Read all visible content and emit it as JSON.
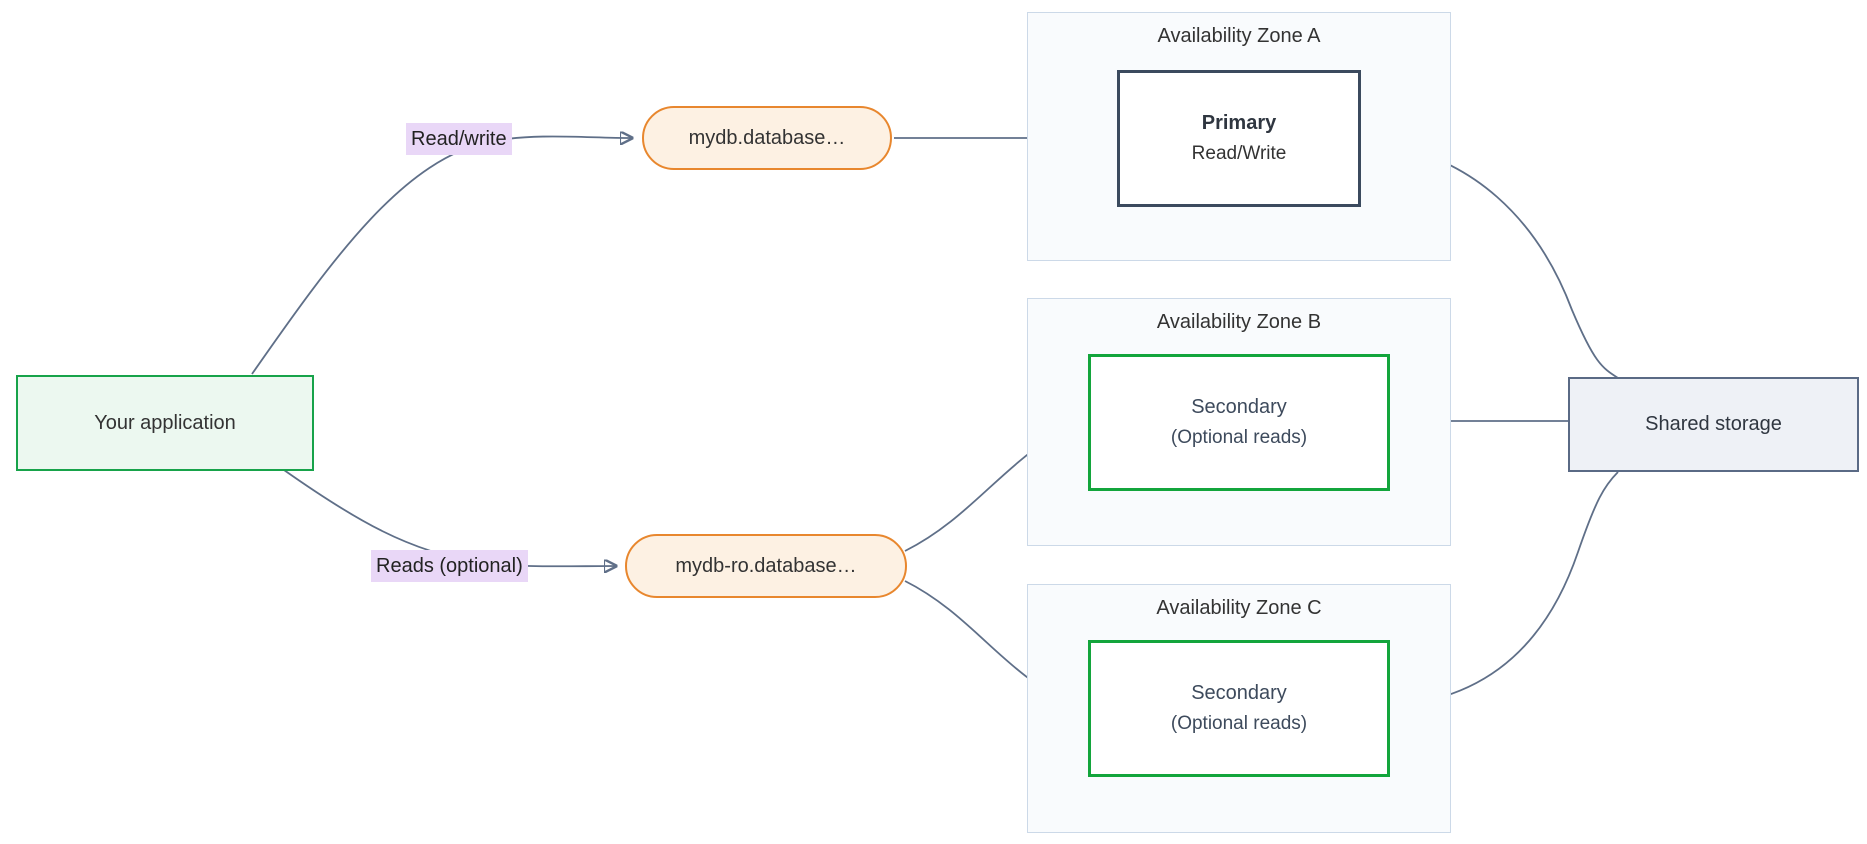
{
  "app": {
    "label": "Your application"
  },
  "edge_labels": {
    "read_write": "Read/write",
    "reads_optional": "Reads (optional)"
  },
  "endpoints": {
    "rw": {
      "label": "mydb.database…"
    },
    "ro": {
      "label": "mydb-ro.database…"
    }
  },
  "zones": [
    {
      "title": "Availability Zone A",
      "instance": {
        "title": "Primary",
        "subtitle": "Read/Write"
      }
    },
    {
      "title": "Availability Zone B",
      "instance": {
        "title": "Secondary",
        "subtitle": "(Optional reads)"
      }
    },
    {
      "title": "Availability Zone C",
      "instance": {
        "title": "Secondary",
        "subtitle": "(Optional reads)"
      }
    }
  ],
  "storage": {
    "label": "Shared storage"
  },
  "colors": {
    "app_border": "#17a34a",
    "app_fill": "#ecf8f0",
    "endpoint_border": "#e8872e",
    "endpoint_fill": "#fdf1e3",
    "zone_border": "#ccd9e8",
    "zone_fill": "#f9fbfd",
    "primary_border": "#3b4a5e",
    "secondary_border": "#13a53c",
    "storage_border": "#5a6a85",
    "storage_fill": "#eef1f6",
    "label_bg": "#e9d7f7",
    "edge_stroke": "#5f6f88",
    "text": "#333333"
  }
}
